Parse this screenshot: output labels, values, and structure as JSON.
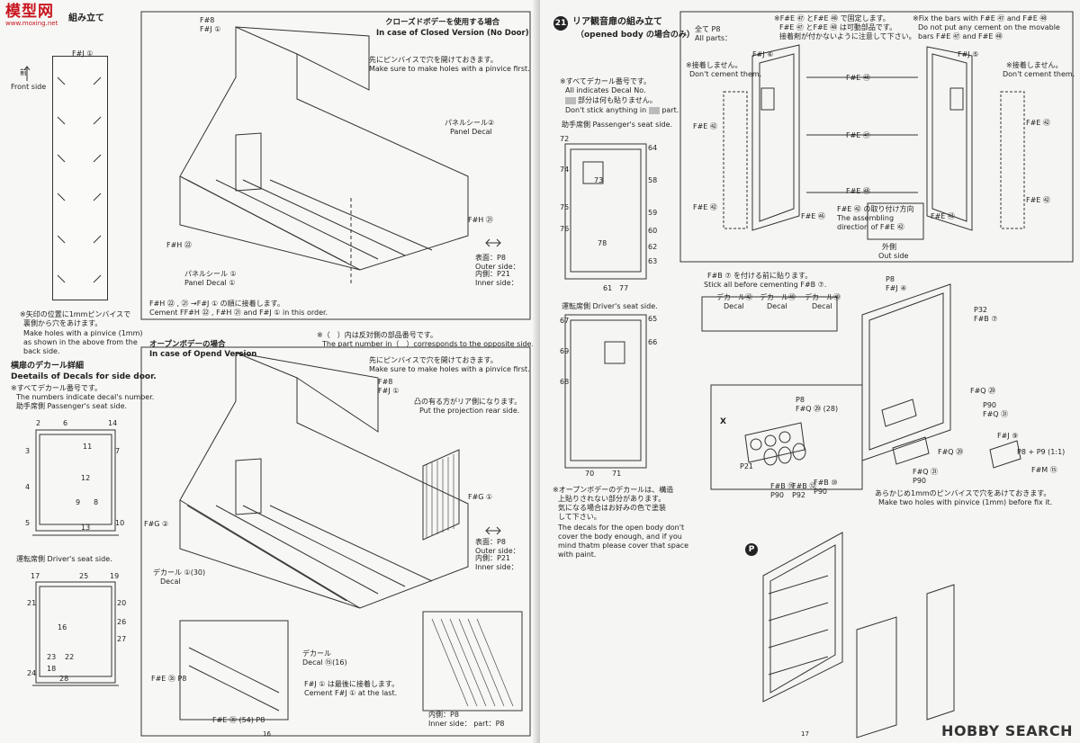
{
  "watermark": {
    "brand": "模型网",
    "brand_sub": "www.moxing.net",
    "hobby_search": "HOBBY SEARCH"
  },
  "left": {
    "page_number": "16",
    "step_title": "組み立て",
    "panel1": {
      "part": "F#J ①",
      "front_jp": "前",
      "front_en": "Front side",
      "note_jp1": "※矢印の位置に1mmピンバイスで",
      "note_jp2": "裏側から穴をあけます。",
      "note_en1": "Make holes with a pinvice (1mm)",
      "note_en2": "as shown in the above from the",
      "note_en3": "back side."
    },
    "decal_detail": {
      "title_jp": "横扉のデカール詳細",
      "title_en": "Deetails of Decals for side door.",
      "note_jp": "※すべてデカール番号です。",
      "note_en": "The numbers indicate decal's number.",
      "passenger": "助手席側 Passenger's seat side.",
      "driver": "運転席側 Driver's seat side.",
      "nums_a": [
        "2",
        "6",
        "14",
        "3",
        "11",
        "7",
        "12",
        "4",
        "9",
        "8",
        "5",
        "13",
        "10"
      ],
      "nums_b": [
        "17",
        "25",
        "19",
        "21",
        "20",
        "26",
        "16",
        "27",
        "23",
        "22",
        "24",
        "18",
        "28"
      ]
    },
    "closed": {
      "title_jp": "クローズドボデーを使用する場合",
      "title_en": "In case of Closed Version (No Door)",
      "p1": "F#8",
      "p2": "F#J ①",
      "arrow_part": "→F#J ①",
      "pinvice_jp": "先にピンバイスで穴を開けておきます。",
      "pinvice_en": "Make sure to make holes with a pinvice first.",
      "panel_jp": "パネルシール",
      "panel_num": "②",
      "panel_en": "Panel Decal",
      "fh21": "F#H ㉑",
      "fh22": "F#H ㉒",
      "panel2_jp": "パネルシール ①",
      "panel2_en": "Panel Decal ①",
      "outer_jp": "表面：",
      "outer_part": "P8",
      "outer_en": "Outer side：",
      "inner_jp": "内側：",
      "inner_part": "P21",
      "inner_en": "Inner side：",
      "order_jp": "F#H ㉒ , ㉑ →F#J ① の順に接着します。",
      "order_en": "Cement FF#H ㉒ , F#H ㉑ and F#J ① in this order."
    },
    "open": {
      "title_jp": "オープンボデーの場合",
      "title_en": "In case of Opend Version",
      "paren_jp": "※（　）内は反対側の部品番号です。",
      "paren_en": "The part number in（　）corresponds to the opposite side.",
      "pinvice_jp": "先にピンバイスで穴を開けておきます。",
      "pinvice_en": "Make sure to make holes with a pinvice first.",
      "p1": "F#8",
      "p2": "F#J ①",
      "proj_jp": "凸の有る方がリア側になります。",
      "proj_en": "Put the projection rear side.",
      "fg1": "F#G ①",
      "fg2": "F#G ②",
      "decal_jp": "デカール",
      "decal_en": "Decal",
      "decal_num1": "①(30)",
      "decal_num2": "⑮(16)",
      "outer_jp": "表面：",
      "outer_part": "P8",
      "outer_en": "Outer side：",
      "inner_jp": "内側：",
      "inner_part": "P21",
      "inner_en": "Inner side：",
      "last_jp": "F#J ① は最後に接着します。",
      "last_en": "Cement F#J ① at the last.",
      "fe1": "F#E ㉟",
      "fe1p": "P8",
      "fe2": "F#E ㉟ (54)",
      "fe2p": "P8",
      "inner2_jp": "内側：",
      "inner2_part": "P8",
      "inner2_en": "Inner side：",
      "part_label": "part：",
      "part_p": "P8"
    }
  },
  "right": {
    "page_number": "17",
    "step": "21",
    "step_title_jp": "リア観音扉の組み立て",
    "step_sub": "（opened body の場合のみ）",
    "decal_notes": {
      "jp": "※すべてデカール番号です。",
      "en": "All indicates Decal No.",
      "jp2": "部分は何も貼りません。",
      "en2a": "Don't stick anything in",
      "en2b": "part.",
      "passenger": "助手席側 Passenger's seat side.",
      "driver": "運転席側 Driver's seat side.",
      "nums_a": [
        "72",
        "64",
        "74",
        "73",
        "58",
        "75",
        "76",
        "59",
        "78",
        "61",
        "77",
        "63",
        "62",
        "60"
      ],
      "nums_b": [
        "67",
        "69",
        "68",
        "65",
        "66",
        "70",
        "71"
      ],
      "body_jp1": "※オープンボデーのデカールは、構造",
      "body_jp2": "上貼りされない部分があります。",
      "body_jp3": "気になる場合はお好みの色で塗装",
      "body_jp4": "して下さい。",
      "body_en1": "The decals for the open body don't",
      "body_en2": "cover the body enough, and if you",
      "body_en3": "mind thatm please cover that space",
      "body_en4": "with paint."
    },
    "top": {
      "all_jp": "全て",
      "all_part": "P8",
      "all_en": "All parts：",
      "fix_jp1": "※F#E ㊼ とF#E ㊽ で固定します。",
      "fix_jp2": "F#E ㊼ とF#E ㊽ は可動部品です。",
      "fix_jp3": "接着剤が付かないように注意して下さい。",
      "fix_en1": "※Fix the bars with F#E ㊼ and F#E ㊽",
      "fix_en2": "Do not put any cement on the movable",
      "fix_en3": "bars F#E ㊼ and F#E ㊽",
      "fj6": "F#J ⑥",
      "fj5": "F#J ⑤",
      "nocement_jp": "※接着しません。",
      "nocement_en": "Don't cement them.",
      "fe52": "F#E ㊷",
      "fe58": "F#E ㊽",
      "fe57": "F#E ㊼",
      "fe56": "F#E ㊻",
      "fe53": "F#E ㊸",
      "dir_jp": "F#E ㊷ の取り付け方向",
      "dir_en1": "The assembling",
      "dir_en2": "direction of F#E ㊷",
      "out_jp": "外側",
      "out_en": "Out side"
    },
    "mid": {
      "stick_jp": "F#B ⑦ を付ける前に貼ります。",
      "stick_en": "Stick all before cementing F#B ⑦.",
      "decal": "デカール",
      "decal_en": "Decal",
      "d1": "㊷",
      "d2": "㊽",
      "d3": "㊾",
      "p8": "P8",
      "fj4": "F#J ④",
      "p32": "P32",
      "fb7": "F#B ⑦"
    },
    "light": {
      "x": "X",
      "p8": "P8",
      "fq": "F#Q ㉙ (28)",
      "p21": "P21",
      "fb19": "F#B ⑲",
      "fb12": "F#B ⑫",
      "fb10": "F#B ⑩",
      "p90a": "P90",
      "p92": "P92",
      "p90b": "P90",
      "fq29": "F#Q ㉙",
      "p90c": "P90",
      "fq31": "F#Q ㉛",
      "fj9": "F#J ⑨",
      "ratio": "P8 + P9 (1:1)",
      "fm65": "F#M ⑮",
      "fq31b": "F#Q ㉛",
      "fq31c": "F#Q ㉛",
      "p90d": "P90",
      "hole_jp": "あらかじめ1mmのピンバイスで穴をあけておきます。",
      "hole_en": "Make two holes with pinvice (1mm) before fix it."
    },
    "p_marker": "P"
  }
}
